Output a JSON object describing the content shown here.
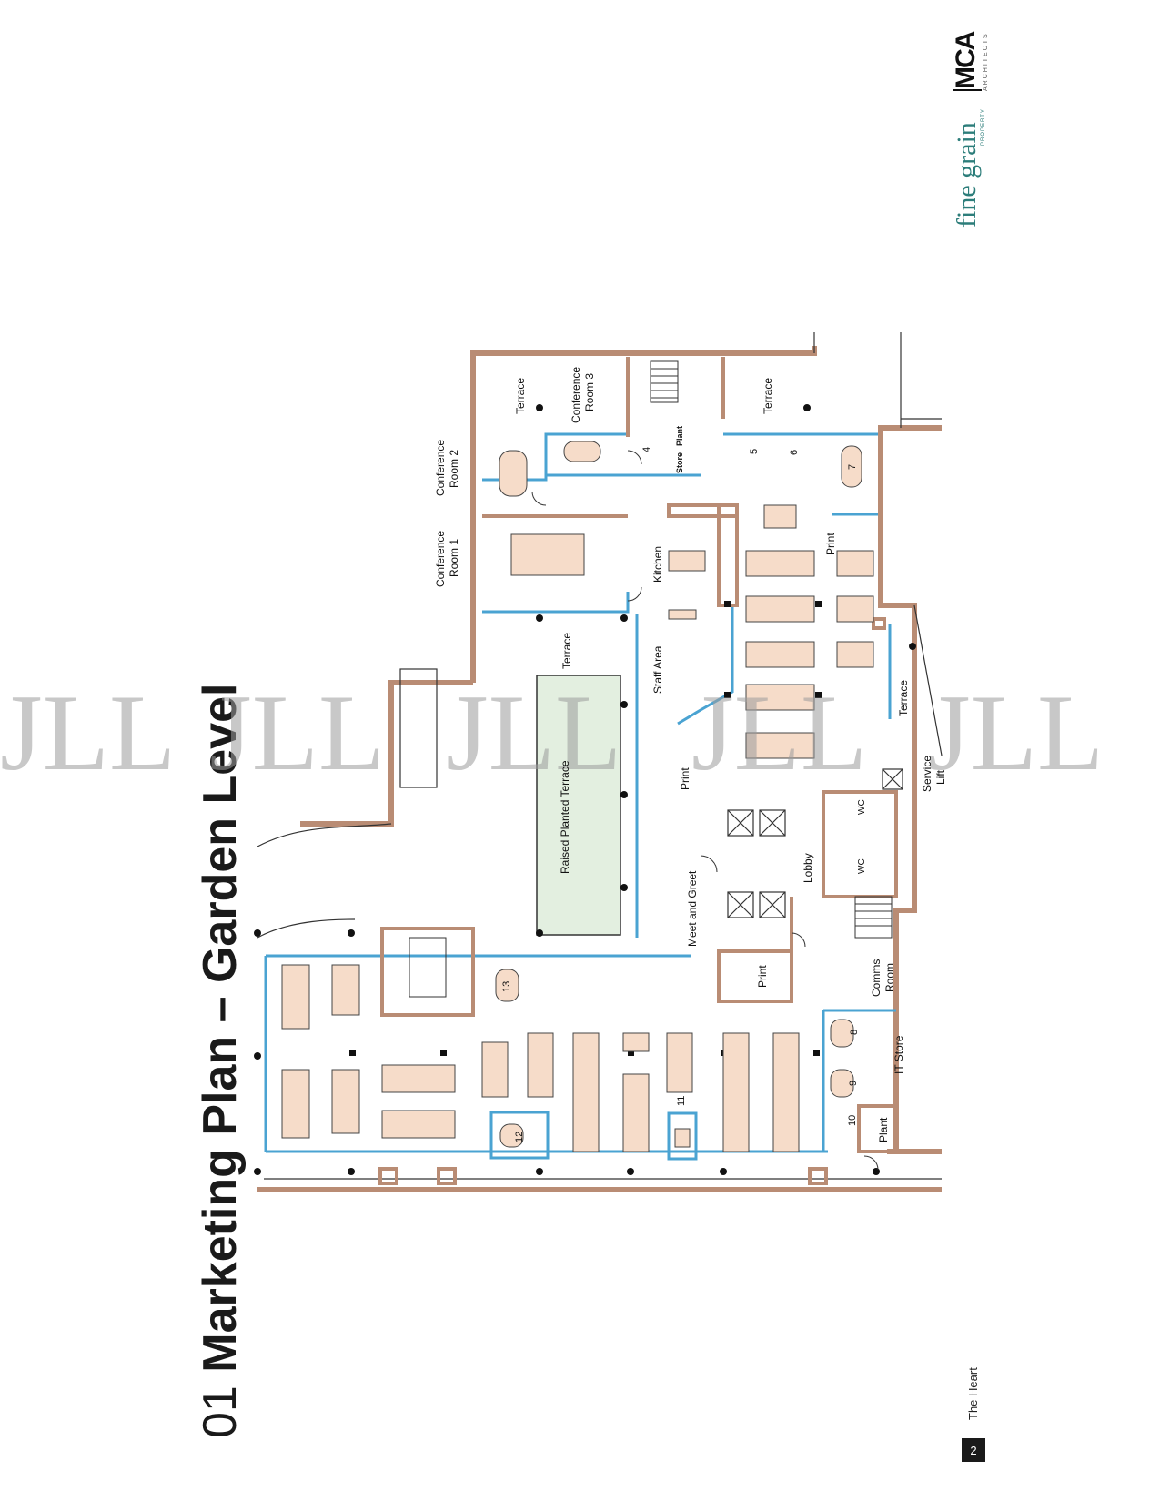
{
  "page": {
    "title_number": "01",
    "title_text": "Marketing Plan – Garden Level",
    "footer_page": "2",
    "footer_text": "The Heart"
  },
  "logos": {
    "fine_grain": "fine grain",
    "fine_grain_sub": "PROPERTY",
    "mca": "MCA",
    "mca_sub": "ARCHITECTS",
    "watermark": "JLL"
  },
  "colors": {
    "wall": "#b98c74",
    "partition": "#4aa3d2",
    "furniture": "#f6dcc9",
    "planted": "#e3efe0",
    "line": "#333333"
  },
  "rooms": {
    "terrace_top_left": "Terrace",
    "conf_room_3_a": "Conference",
    "conf_room_3_b": "Room 3",
    "conf_room_2_a": "Conference",
    "conf_room_2_b": "Room 2",
    "conf_room_1_a": "Conference",
    "conf_room_1_b": "Room 1",
    "terrace_top_right": "Terrace",
    "store": "Store",
    "plant_top": "Plant",
    "kitchen": "Kitchen",
    "terrace_middle": "Terrace",
    "staff_area": "Staff Area",
    "raised_planted_terrace": "Raised Planted Terrace",
    "print_1": "Print",
    "print_2": "Print",
    "print_3": "Print",
    "meet_and_greet": "Meet and Greet",
    "lobby": "Lobby",
    "terrace_right": "Terrace",
    "service_lift_a": "Service",
    "service_lift_b": "Lift",
    "wc_1": "WC",
    "wc_2": "WC",
    "comms_room_a": "Comms",
    "comms_room_b": "Room",
    "it_store": "IT Store",
    "plant_bottom": "Plant"
  },
  "meeting_rooms": [
    "4",
    "5",
    "6",
    "7",
    "8",
    "9",
    "10",
    "11",
    "12",
    "13"
  ]
}
